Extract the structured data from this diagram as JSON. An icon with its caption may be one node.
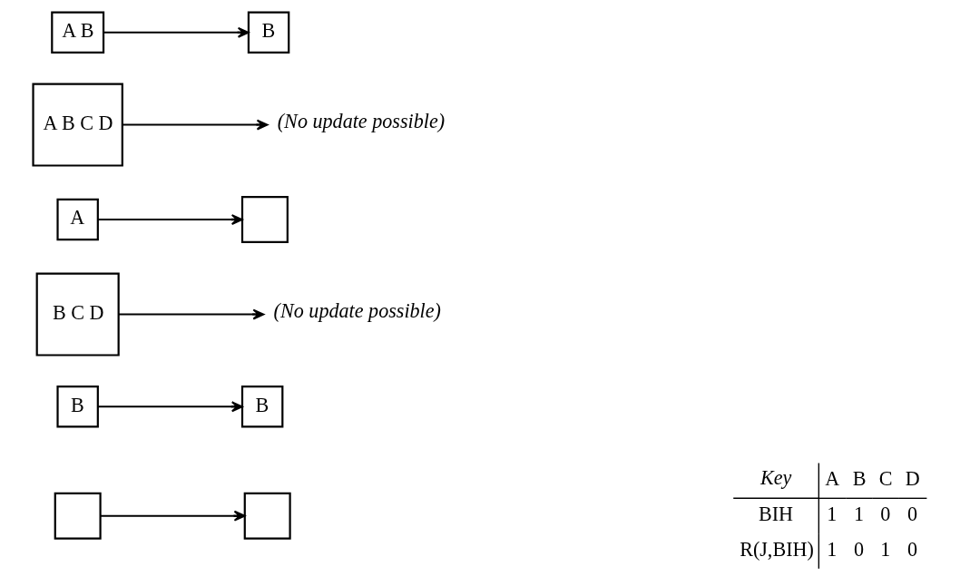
{
  "diagram": {
    "nodes": [
      {
        "text": [
          "A B"
        ]
      },
      {
        "text": [
          "B"
        ]
      },
      {
        "text": [
          "A B C D"
        ]
      },
      {
        "text": [
          "(No update possible)"
        ]
      },
      {
        "text": [
          "A"
        ]
      },
      {
        "text": [],
        "shape": "box"
      },
      {
        "text": [
          "B C D"
        ]
      },
      {
        "text": [
          "(No update possible)"
        ]
      },
      {
        "text": [
          "B"
        ]
      },
      {
        "text": [
          "B"
        ]
      },
      {
        "text": [],
        "shape": "box"
      },
      {
        "text": [],
        "shape": "box"
      }
    ],
    "edges": [
      {
        "from": 0,
        "to": 1,
        "arrow": "to"
      },
      {
        "from": 2,
        "to": 3,
        "arrow": "to"
      },
      {
        "from": 4,
        "to": 5,
        "arrow": "to"
      },
      {
        "from": 6,
        "to": 7,
        "arrow": "to"
      },
      {
        "from": 8,
        "to": 9,
        "arrow": "to"
      },
      {
        "from": 10,
        "to": 11,
        "arrow": "to"
      }
    ],
    "labels": [
      "Key",
      "A",
      "B",
      "C",
      "D",
      "BIH",
      "1",
      "1",
      "0",
      "0",
      "R(J,BIH)",
      "1",
      "0",
      "1",
      "0"
    ]
  }
}
